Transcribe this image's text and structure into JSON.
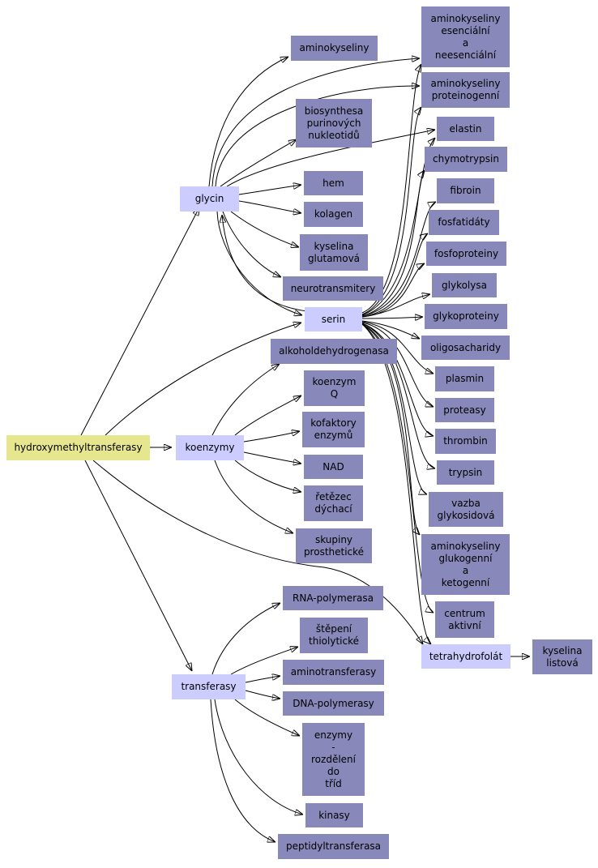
{
  "colors": {
    "root": "#e6e68f",
    "category": "#ccccff",
    "leaf": "#8888bb",
    "edge": "#000000"
  },
  "nodes": {
    "hydroxymethyltransferasy": "hydroxymethyltransferasy",
    "glycin": "glycin",
    "serin": "serin",
    "koenzymy": "koenzymy",
    "transferasy": "transferasy",
    "tetrahydrofolat": "tetrahydrofolát",
    "kyselina_listova": "kyselina\nlistová",
    "aminokyseliny": "aminokyseliny",
    "aminokyseliny_esencialni": "aminokyseliny\nesenciální\na\nneesenciální",
    "aminokyseliny_proteinogenni": "aminokyseliny\nproteinogenní",
    "biosynthesa": "biosynthesa\npurinových\nnukleotidů",
    "elastin": "elastin",
    "chymotrypsin": "chymotrypsin",
    "hem": "hem",
    "fibroin": "fibroin",
    "kolagen": "kolagen",
    "fosfatidaty": "fosfatidáty",
    "kyselina_glutamova": "kyselina\nglutamová",
    "fosfoproteiny": "fosfoproteiny",
    "neurotransmitery": "neurotransmitery",
    "glykolysa": "glykolysa",
    "glykoproteiny": "glykoproteiny",
    "alkoholdehydrogenasa": "alkoholdehydrogenasa",
    "oligosacharidy": "oligosacharidy",
    "koenzym_q": "koenzym\nQ",
    "plasmin": "plasmin",
    "proteasy": "proteasy",
    "kofaktory": "kofaktory\nenzymů",
    "thrombin": "thrombin",
    "nad": "NAD",
    "trypsin": "trypsin",
    "retezec": "řetězec\ndýchací",
    "vazba": "vazba\nglykosidová",
    "skupiny": "skupiny\nprosthetické",
    "aminokyseliny_glukogenni": "aminokyseliny\nglukogenní\na\nketogenní",
    "centrum": "centrum\naktivní",
    "rna_polymerasa": "RNA-polymerasa",
    "stepeni": "štěpení\nthiolytické",
    "aminotransferasy": "aminotransferasy",
    "dna_polymerasy": "DNA-polymerasy",
    "enzymy": "enzymy\n-\nrozdělení\ndo\ntříd",
    "kinasy": "kinasy",
    "peptidyltransferasa": "peptidyltransferasa"
  }
}
